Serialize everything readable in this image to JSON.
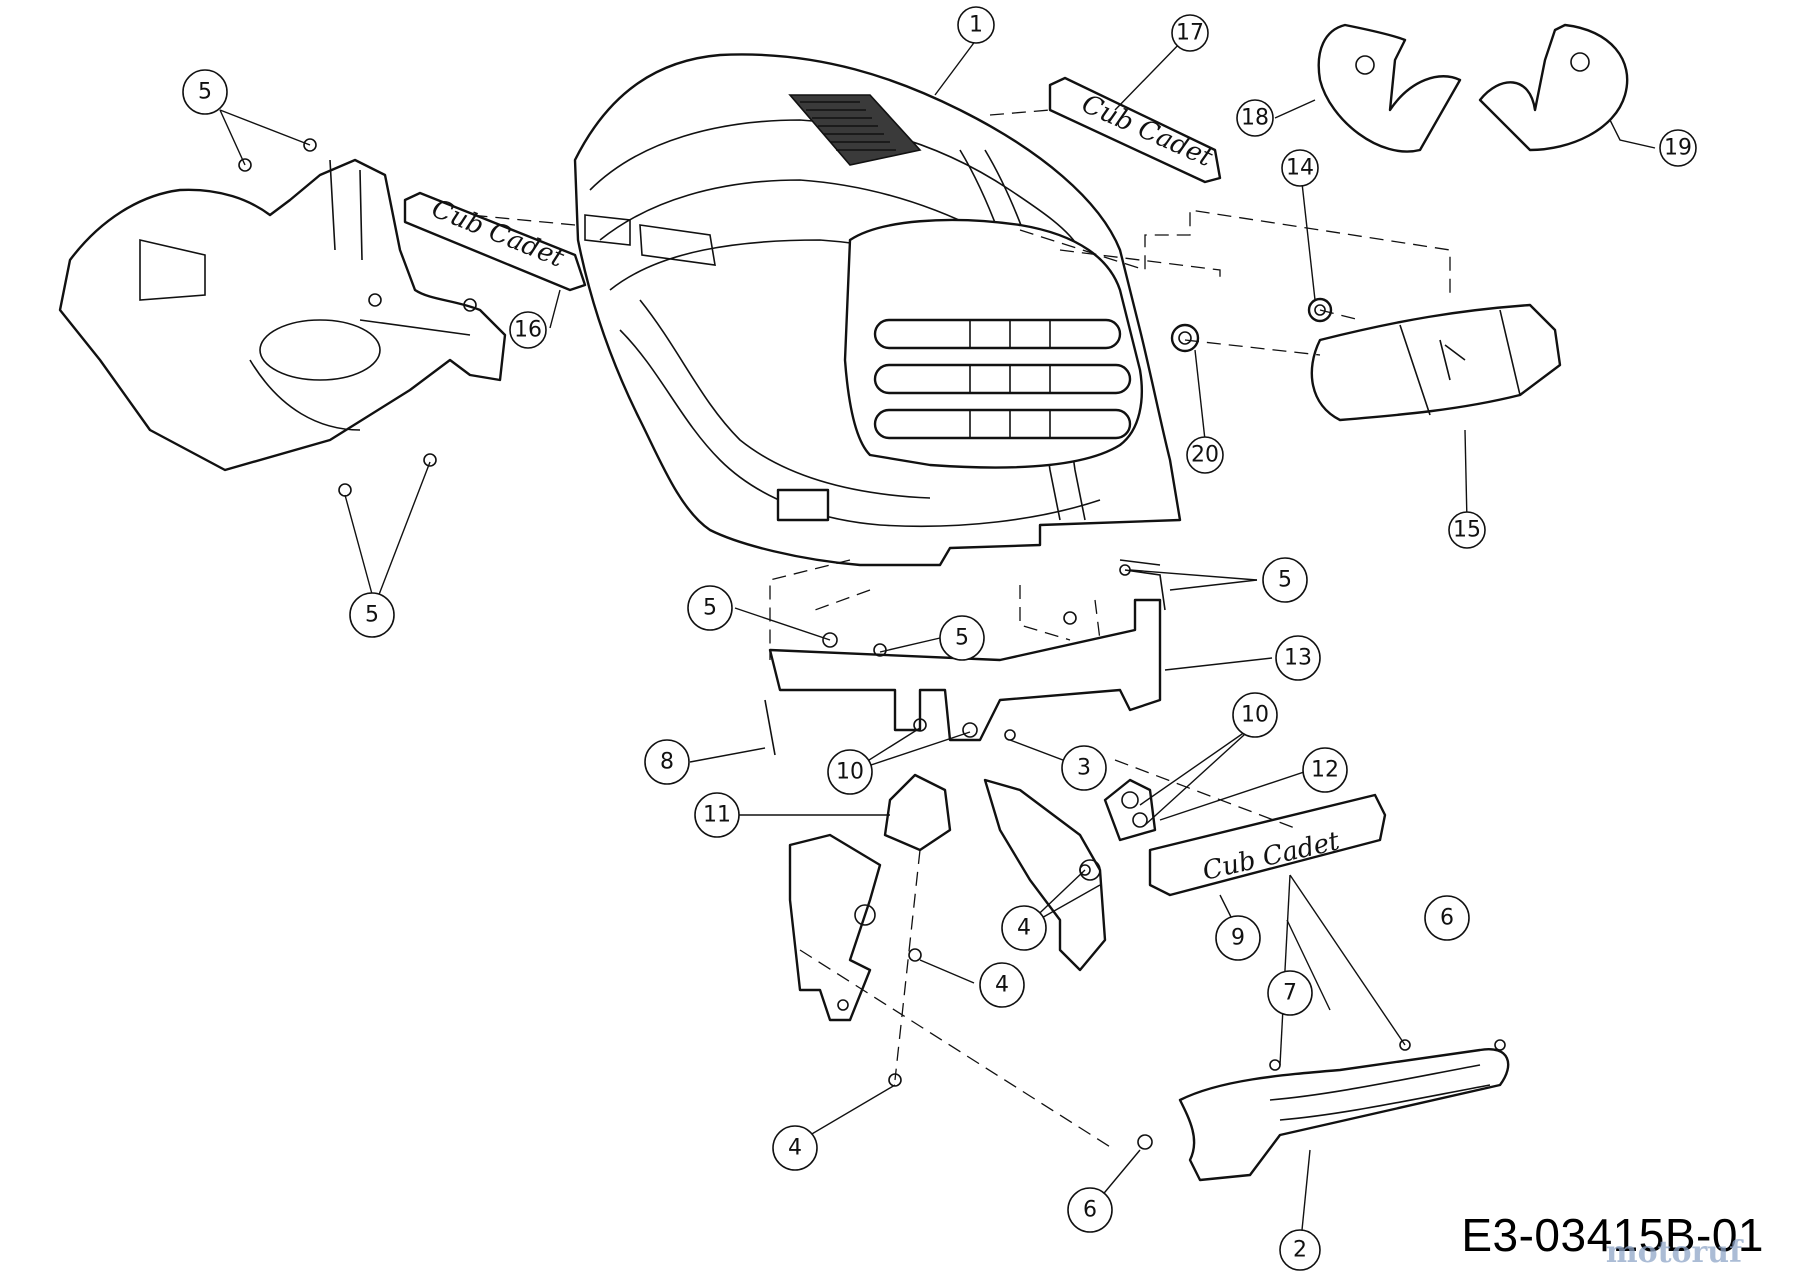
{
  "drawing_code": "E3-03415B-01",
  "watermark": "motoruf",
  "emblem_text": "Cub Cadet",
  "callouts": [
    {
      "label": "1"
    },
    {
      "label": "17"
    },
    {
      "label": "18"
    },
    {
      "label": "19"
    },
    {
      "label": "5"
    },
    {
      "label": "16"
    },
    {
      "label": "14"
    },
    {
      "label": "20"
    },
    {
      "label": "15"
    },
    {
      "label": "5"
    },
    {
      "label": "5"
    },
    {
      "label": "5"
    },
    {
      "label": "5"
    },
    {
      "label": "13"
    },
    {
      "label": "10"
    },
    {
      "label": "12"
    },
    {
      "label": "8"
    },
    {
      "label": "10"
    },
    {
      "label": "3"
    },
    {
      "label": "11"
    },
    {
      "label": "4"
    },
    {
      "label": "9"
    },
    {
      "label": "4"
    },
    {
      "label": "6"
    },
    {
      "label": "7"
    },
    {
      "label": "4"
    },
    {
      "label": "6"
    },
    {
      "label": "2"
    }
  ]
}
